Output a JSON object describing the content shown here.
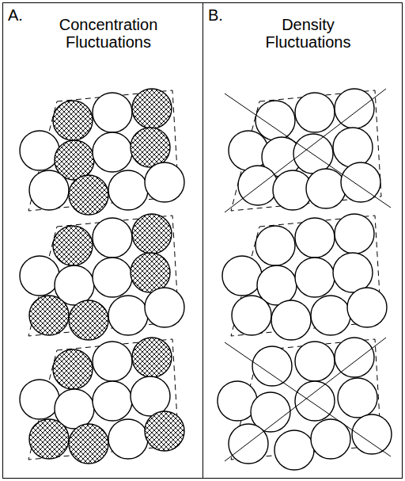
{
  "diagram": {
    "nodes": [
      {
        "text": [
          "A.",
          "Concentration Fluctuations"
        ]
      },
      {
        "text": [
          "B.",
          "Density Fluctuations"
        ]
      }
    ]
  }
}
